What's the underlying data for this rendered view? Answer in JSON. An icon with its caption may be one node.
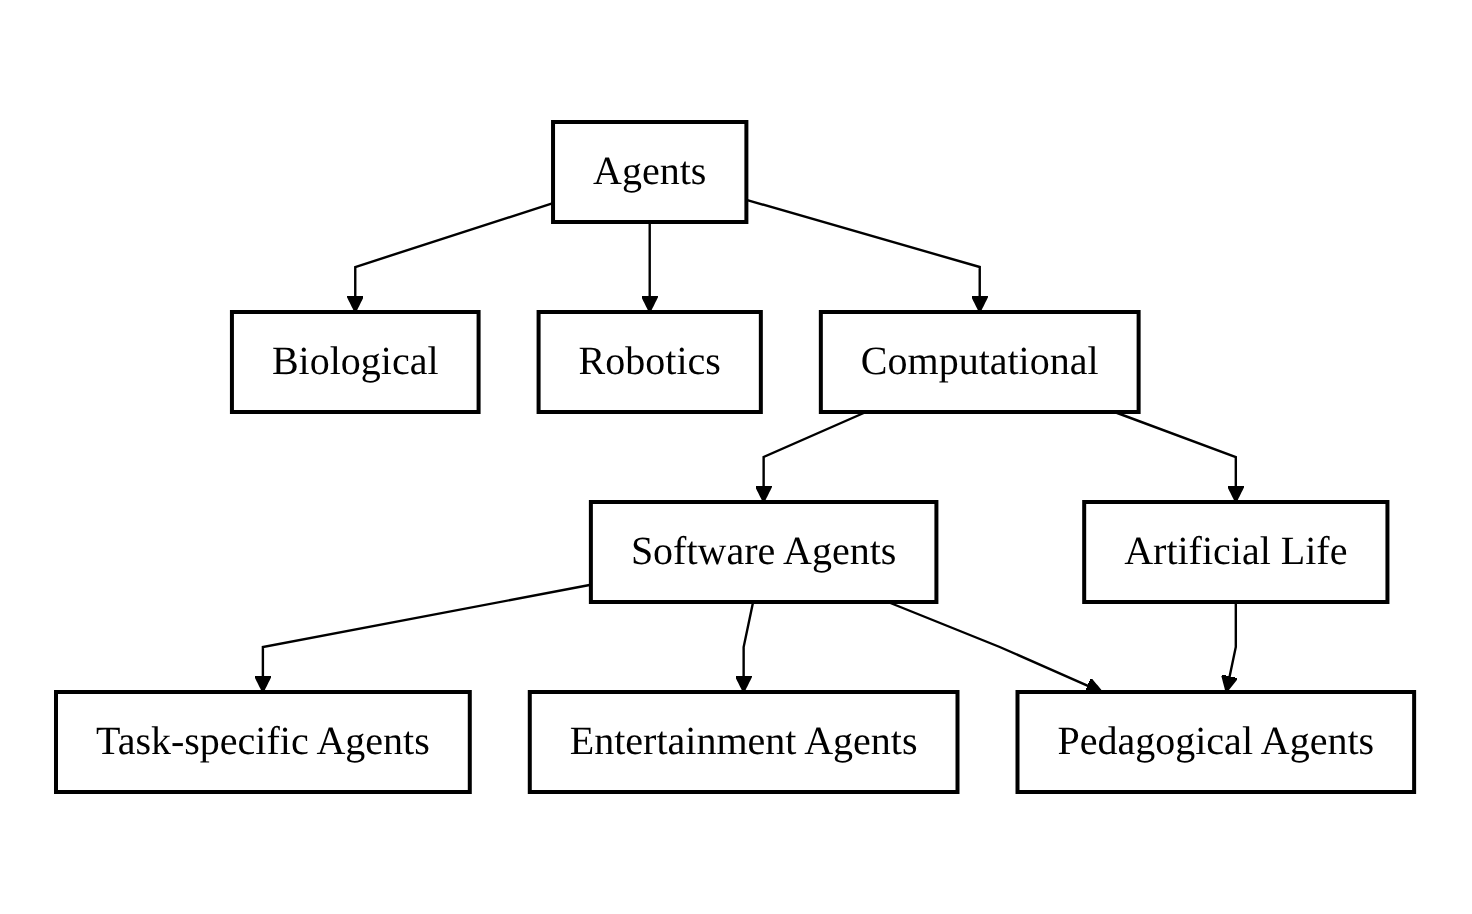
{
  "diagram": {
    "nodes": [
      {
        "text": [
          "Agents"
        ]
      },
      {
        "text": [
          "Biological"
        ]
      },
      {
        "text": [
          "Robotics"
        ]
      },
      {
        "text": [
          "Computational"
        ]
      },
      {
        "text": [
          "Software Agents"
        ]
      },
      {
        "text": [
          "Artificial Life"
        ]
      },
      {
        "text": [
          "Task-specific Agents"
        ]
      },
      {
        "text": [
          "Entertainment Agents"
        ]
      },
      {
        "text": [
          "Pedagogical Agents"
        ]
      }
    ],
    "edges": [
      {
        "from": 0,
        "to": 1,
        "arrow": "to"
      },
      {
        "from": 0,
        "to": 2,
        "arrow": "to"
      },
      {
        "from": 0,
        "to": 3,
        "arrow": "to"
      },
      {
        "from": 3,
        "to": 4,
        "arrow": "to"
      },
      {
        "from": 3,
        "to": 5,
        "arrow": "to"
      },
      {
        "from": 4,
        "to": 6,
        "arrow": "to"
      },
      {
        "from": 4,
        "to": 7,
        "arrow": "to"
      },
      {
        "from": 4,
        "to": 8,
        "arrow": "to"
      },
      {
        "from": 5,
        "to": 8,
        "arrow": "to"
      }
    ]
  }
}
